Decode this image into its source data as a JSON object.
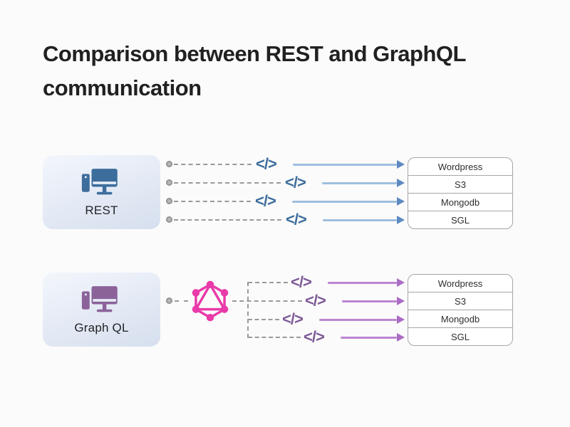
{
  "header": {
    "title": "Comparison between REST and GraphQL communication"
  },
  "glyph": {
    "code": "</>"
  },
  "rest": {
    "label": "REST",
    "servers": [
      "Wordpress",
      "S3",
      "Mongodb",
      "SGL"
    ]
  },
  "graphql": {
    "label": "Graph QL",
    "servers": [
      "Wordpress",
      "S3",
      "Mongodb",
      "SGL"
    ]
  },
  "colors": {
    "rest_primary": "#3d6d9c",
    "rest_arrow_line": "#9fbede",
    "rest_arrow_head": "#5e8ac2",
    "graphql_primary": "#7d5a96",
    "graphql_icon": "#8b6399",
    "graphql_arrow_line": "#bc84d0",
    "graphql_arrow_head": "#aa6cc4",
    "graphql_logo": "#e93aa9",
    "dot": "#8b8b8b",
    "dash": "#9a9a9a",
    "table_border": "#a6a6a6",
    "text_dark": "#1f2023",
    "client_box_from": "#f3f6fc",
    "client_box_to": "#d6dfee",
    "page_bg": "#fbfbfb"
  }
}
